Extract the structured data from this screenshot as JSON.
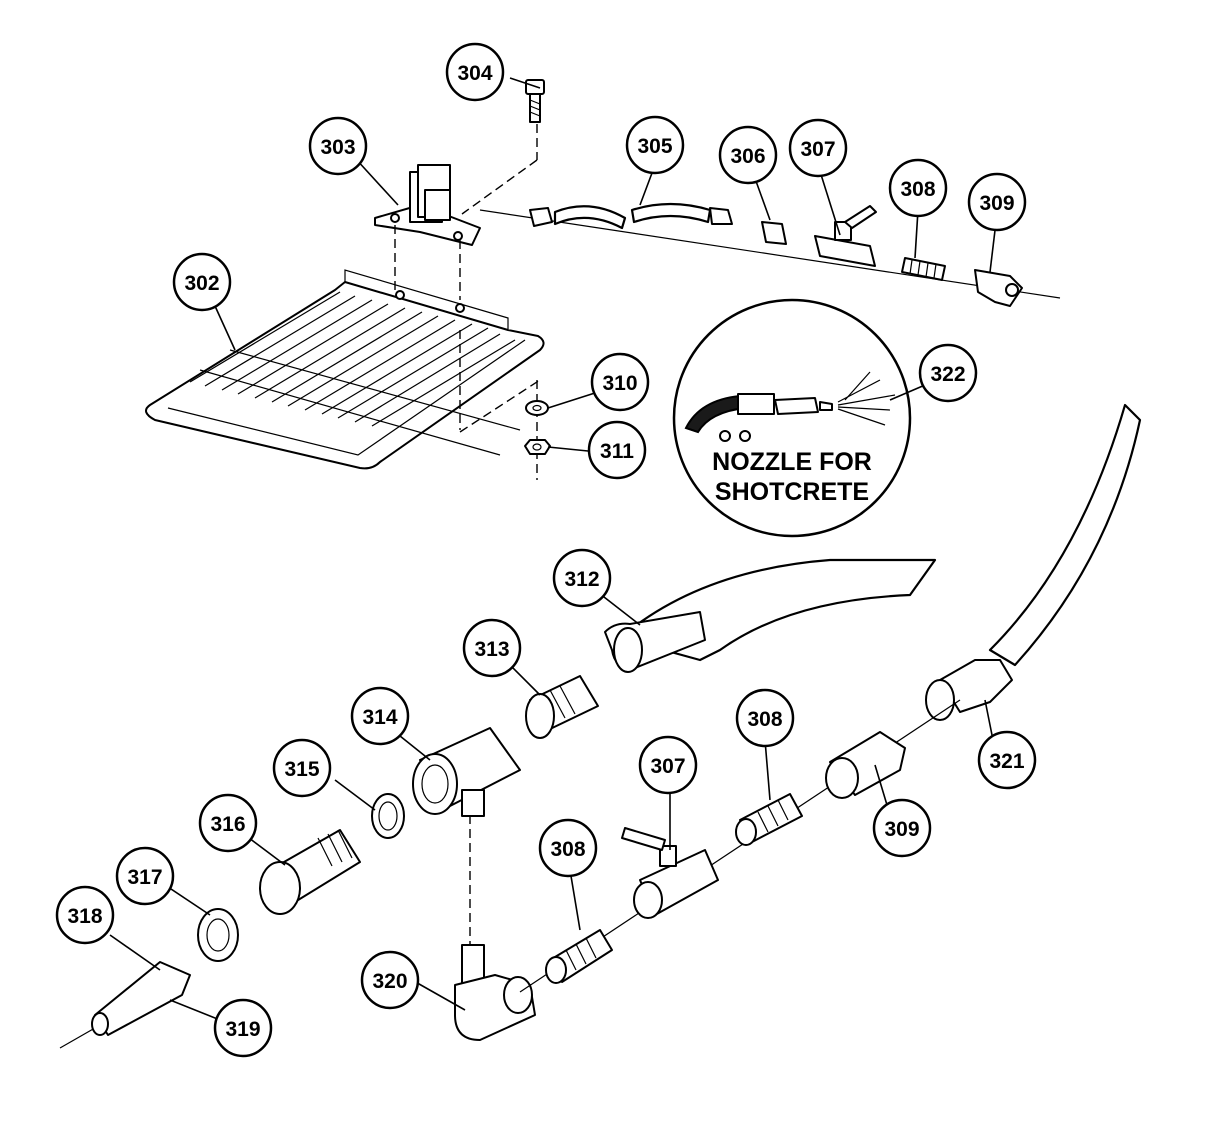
{
  "callouts": {
    "c302": "302",
    "c303": "303",
    "c304": "304",
    "c305": "305",
    "c306": "306",
    "c307a": "307",
    "c308a": "308",
    "c309a": "309",
    "c310": "310",
    "c311": "311",
    "c312": "312",
    "c313": "313",
    "c314": "314",
    "c315": "315",
    "c316": "316",
    "c317": "317",
    "c318": "318",
    "c319": "319",
    "c320": "320",
    "c321": "321",
    "c322": "322",
    "c307b": "307",
    "c308b": "308",
    "c308c": "308",
    "c309b": "309"
  },
  "inset": {
    "line1": "NOZZLE FOR",
    "line2": "SHOTCRETE"
  },
  "colors": {
    "ink": "#000000",
    "paper": "#ffffff"
  }
}
